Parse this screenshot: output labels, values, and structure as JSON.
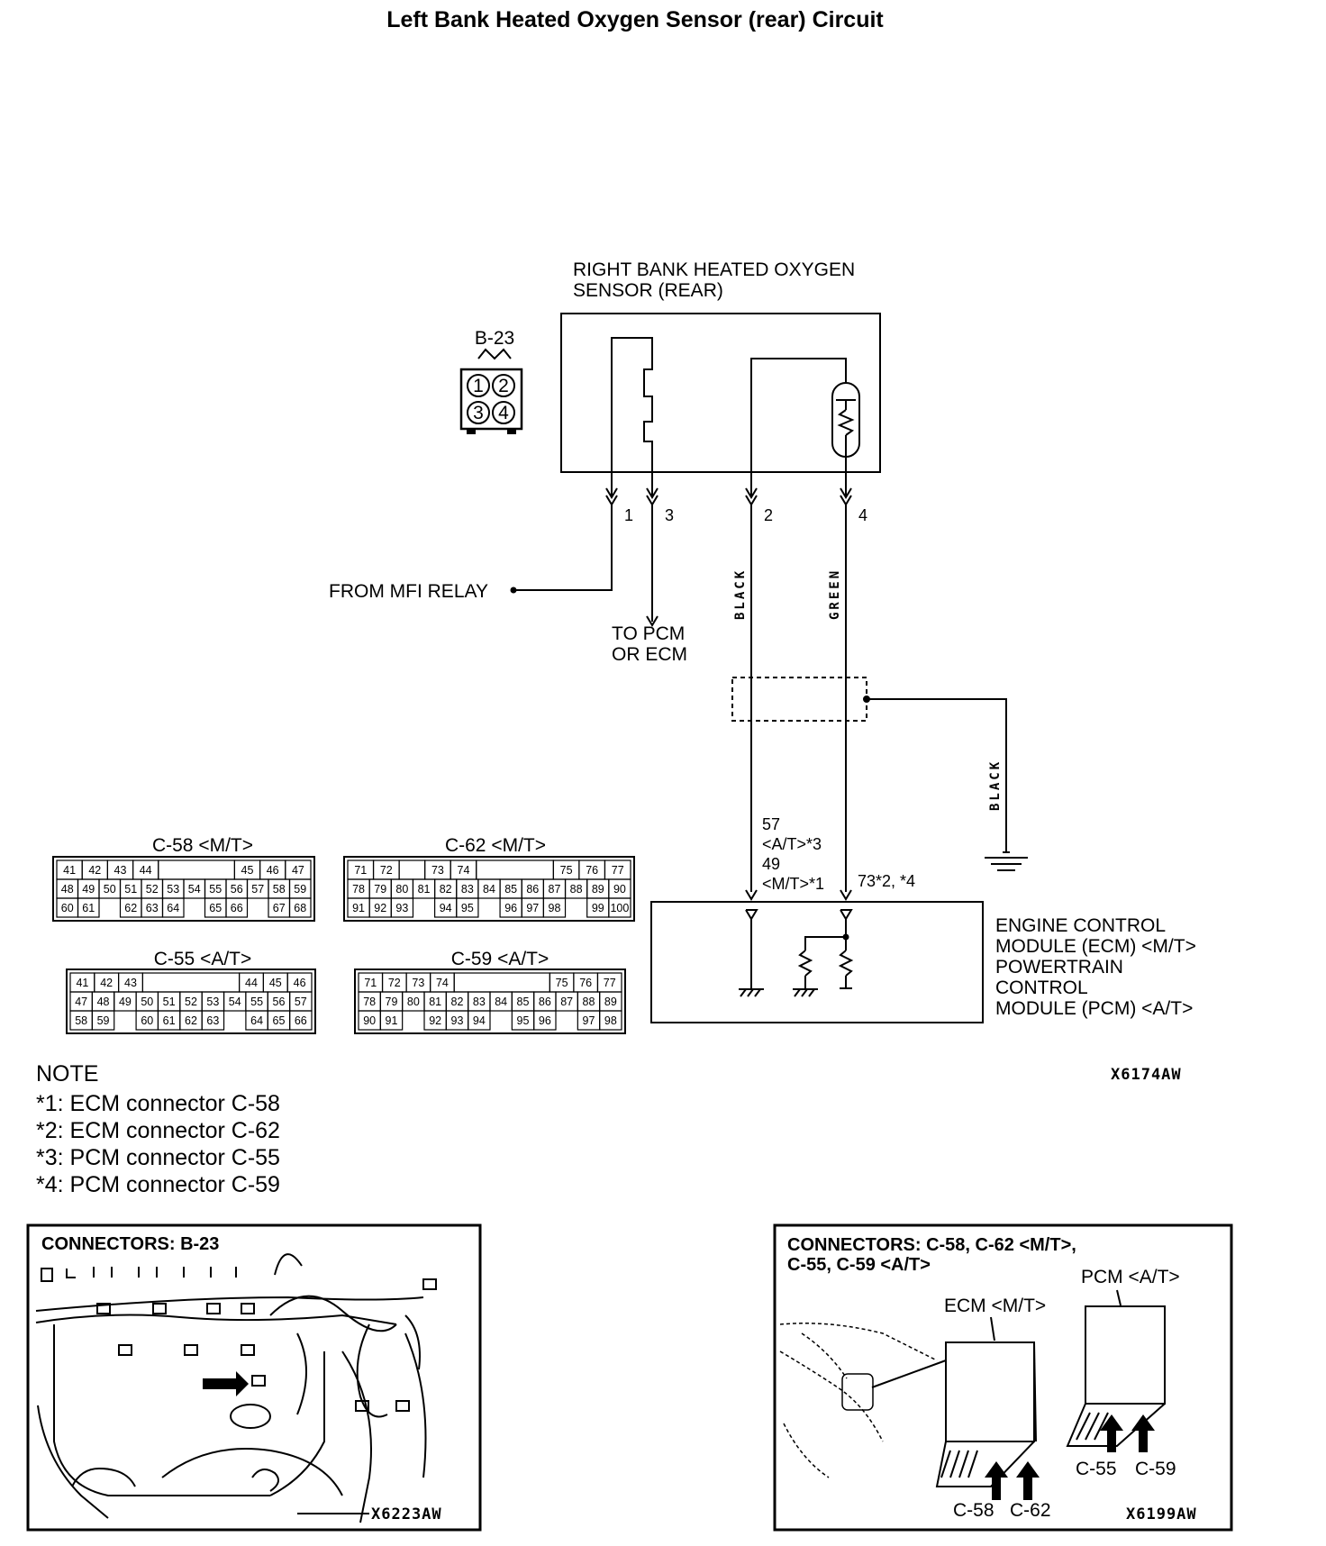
{
  "title": "Left Bank Heated Oxygen Sensor (rear) Circuit",
  "sensor": {
    "label_line1": "RIGHT BANK HEATED OXYGEN",
    "label_line2": "SENSOR (REAR)",
    "connector": "B-23",
    "connector_pins": [
      "1",
      "2",
      "3",
      "4"
    ],
    "pins": [
      "1",
      "3",
      "2",
      "4"
    ]
  },
  "wires": {
    "pin2_color": "BLACK",
    "pin4_color": "GREEN",
    "ground_color": "BLACK"
  },
  "labels": {
    "from_relay": "FROM MFI RELAY",
    "to_pcm_line1": "TO PCM",
    "to_pcm_line2": "OR ECM",
    "ecm_pin_a": "57",
    "ecm_pin_a_note": "<A/T>*3",
    "ecm_pin_b": "49",
    "ecm_pin_b_note": "<M/T>*1",
    "ecm_pin_c": "73*2, *4"
  },
  "module": {
    "line1": "ENGINE CONTROL",
    "line2": "MODULE (ECM) <M/T>",
    "line3": "POWERTRAIN",
    "line4": "CONTROL",
    "line5": "MODULE (PCM) <A/T>"
  },
  "diagram_code": "X6174AW",
  "connector_tables": [
    {
      "name": "C-58 <M/T>",
      "rows": [
        [
          "41",
          "42",
          "43",
          "44",
          "",
          "",
          "",
          "45",
          "46",
          "47"
        ],
        [
          "48",
          "49",
          "50",
          "51",
          "52",
          "53",
          "54",
          "55",
          "56",
          "57",
          "58",
          "59"
        ],
        [
          "60",
          "61",
          "",
          "62",
          "63",
          "64",
          "",
          "65",
          "66",
          "",
          "67",
          "68"
        ]
      ]
    },
    {
      "name": "C-62 <M/T>",
      "rows": [
        [
          "71",
          "72",
          "",
          "73",
          "74",
          "",
          "",
          "",
          "75",
          "76",
          "77"
        ],
        [
          "78",
          "79",
          "80",
          "81",
          "82",
          "83",
          "84",
          "85",
          "86",
          "87",
          "88",
          "89",
          "90"
        ],
        [
          "91",
          "92",
          "93",
          "",
          "94",
          "95",
          "",
          "96",
          "97",
          "98",
          "",
          "99",
          "100"
        ]
      ]
    },
    {
      "name": "C-55 <A/T>",
      "rows": [
        [
          "41",
          "42",
          "43",
          "",
          "",
          "",
          "",
          "44",
          "45",
          "46"
        ],
        [
          "47",
          "48",
          "49",
          "50",
          "51",
          "52",
          "53",
          "54",
          "55",
          "56",
          "57"
        ],
        [
          "58",
          "59",
          "",
          "60",
          "61",
          "62",
          "63",
          "",
          "64",
          "65",
          "66"
        ]
      ]
    },
    {
      "name": "C-59 <A/T>",
      "rows": [
        [
          "71",
          "72",
          "73",
          "74",
          "",
          "",
          "",
          "",
          "75",
          "76",
          "77"
        ],
        [
          "78",
          "79",
          "80",
          "81",
          "82",
          "83",
          "84",
          "85",
          "86",
          "87",
          "88",
          "89"
        ],
        [
          "90",
          "91",
          "",
          "92",
          "93",
          "94",
          "",
          "95",
          "96",
          "",
          "97",
          "98"
        ]
      ]
    }
  ],
  "notes": {
    "heading": "NOTE",
    "items": [
      "*1: ECM connector C-58",
      "*2: ECM connector C-62",
      "*3: PCM connector C-55",
      "*4: PCM connector C-59"
    ]
  },
  "locator_left": {
    "header": "CONNECTORS: B-23",
    "code": "X6223AW"
  },
  "locator_right": {
    "header_line1": "CONNECTORS: C-58, C-62 <M/T>,",
    "header_line2": "C-55, C-59 <A/T>",
    "pcm_label": "PCM <A/T>",
    "ecm_label": "ECM <M/T>",
    "c55": "C-55",
    "c59": "C-59",
    "c58": "C-58",
    "c62": "C-62",
    "code": "X6199AW"
  }
}
